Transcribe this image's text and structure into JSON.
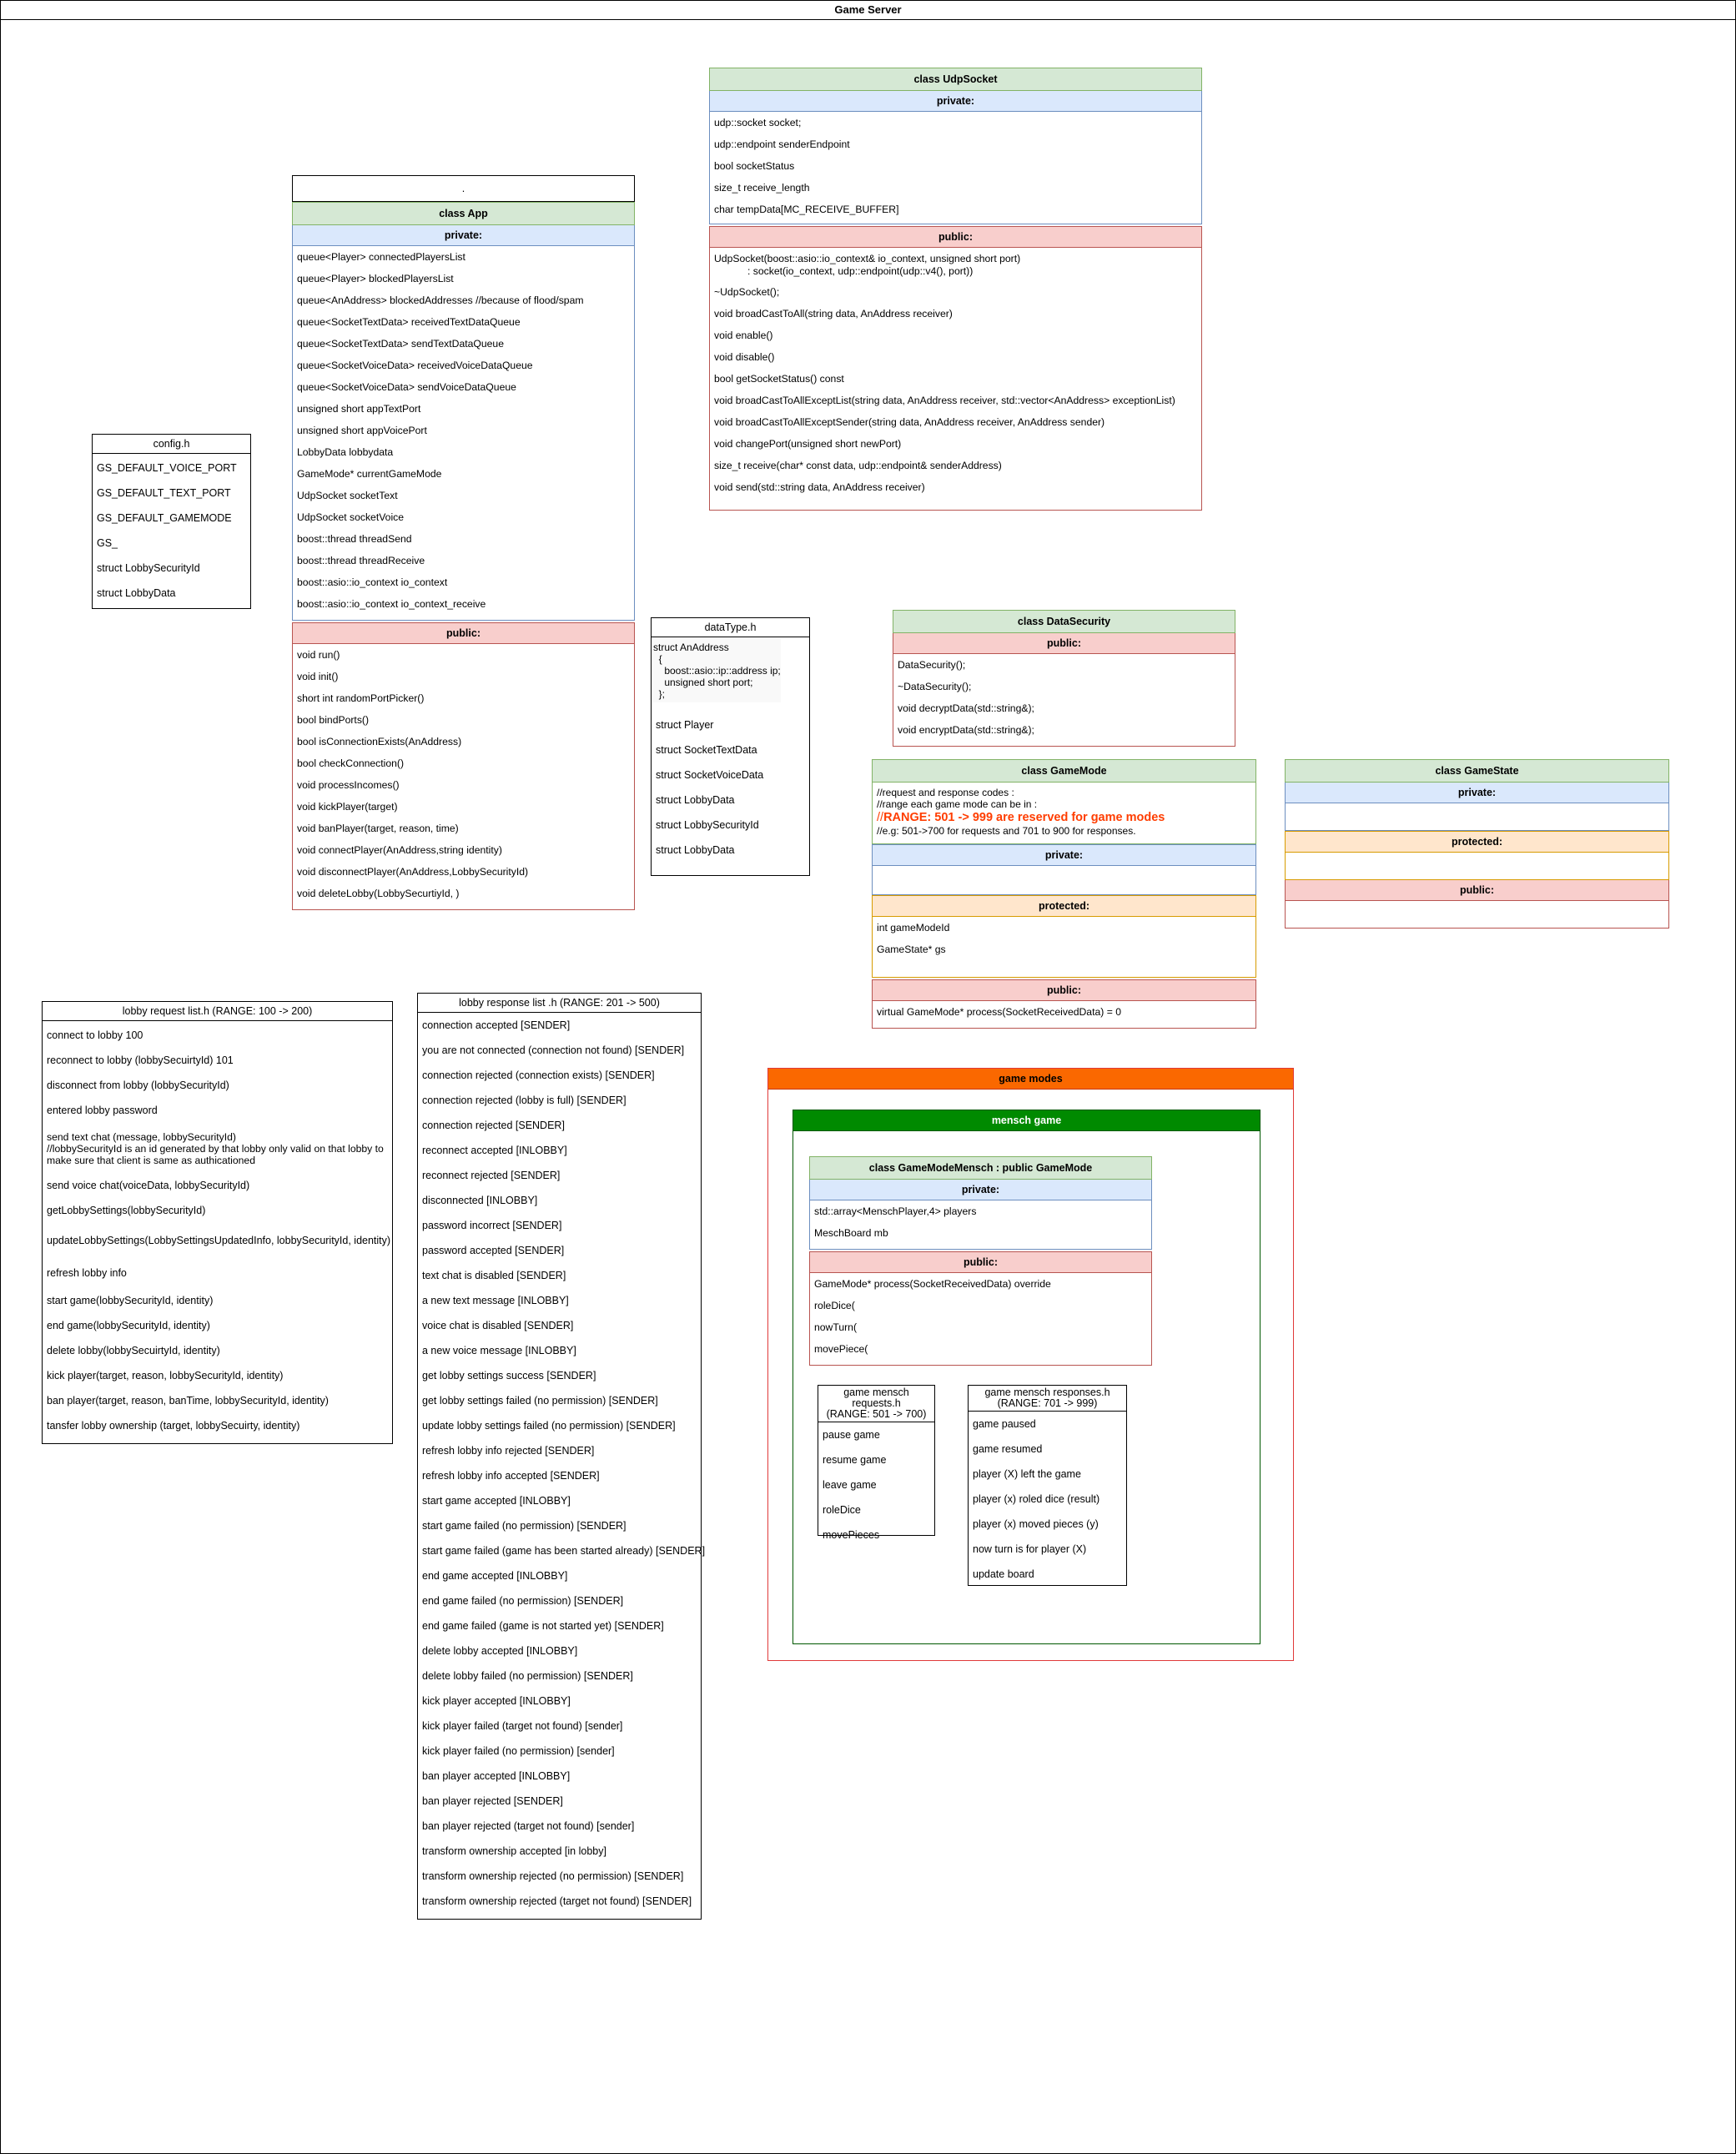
{
  "title": "Game Server",
  "config": {
    "title": "config.h",
    "rows": [
      "GS_DEFAULT_VOICE_PORT",
      "GS_DEFAULT_TEXT_PORT",
      "GS_DEFAULT_GAMEMODE",
      "GS_",
      "struct LobbySecurityId",
      "struct LobbyData"
    ]
  },
  "app_note": ".",
  "app": {
    "title": "class App",
    "private_label": "private:",
    "private": [
      "queue<Player> connectedPlayersList",
      "queue<Player> blockedPlayersList",
      "queue<AnAddress> blockedAddresses //because of flood/spam",
      "queue<SocketTextData> receivedTextDataQueue",
      "queue<SocketTextData> sendTextDataQueue",
      "queue<SocketVoiceData> receivedVoiceDataQueue",
      "queue<SocketVoiceData> sendVoiceDataQueue",
      "unsigned short appTextPort",
      "unsigned short appVoicePort",
      "LobbyData lobbydata",
      "GameMode* currentGameMode",
      "UdpSocket socketText",
      "UdpSocket socketVoice",
      "boost::thread threadSend",
      "boost::thread threadReceive",
      "boost::asio::io_context io_context",
      "boost::asio::io_context io_context_receive"
    ],
    "public_label": "public:",
    "public": [
      "void run()",
      "void init()",
      "short int randomPortPicker()",
      "bool bindPorts()",
      "bool isConnectionExists(AnAddress)",
      "bool checkConnection()",
      "void processIncomes()",
      "void kickPlayer(target)",
      "void banPlayer(target, reason, time)",
      "void connectPlayer(AnAddress,string identity)",
      "void disconnectPlayer(AnAddress,LobbySecurityId)",
      "void deleteLobby(LobbySecurtiyId, )"
    ]
  },
  "udp": {
    "title": "class UdpSocket",
    "private_label": "private:",
    "private": [
      "udp::socket socket;",
      "udp::endpoint senderEndpoint",
      "bool socketStatus",
      "size_t receive_length",
      "char tempData[MC_RECEIVE_BUFFER]"
    ],
    "public_label": "public:",
    "ctor_line1": "UdpSocket(boost::asio::io_context& io_context, unsigned short port)",
    "ctor_line2": ": socket(io_context, udp::endpoint(udp::v4(), port))",
    "public": [
      "~UdpSocket();",
      "void broadCastToAll(string data, AnAddress receiver)",
      "void enable()",
      "void disable()",
      "bool getSocketStatus() const",
      "void  broadCastToAllExceptList(string data, AnAddress receiver, std::vector<AnAddress> exceptionList)",
      "void  broadCastToAllExceptSender(string data, AnAddress receiver, AnAddress sender)",
      "void changePort(unsigned short newPort)",
      "size_t receive(char* const data, udp::endpoint& senderAddress)",
      "void send(std::string data, AnAddress receiver)"
    ]
  },
  "datatype": {
    "title": "dataType.h",
    "struct_lines": [
      "struct AnAddress",
      "  {",
      "    boost::asio::ip::address ip;",
      "    unsigned short port;",
      "  };"
    ],
    "rows": [
      "struct Player",
      "struct SocketTextData",
      "struct SocketVoiceData",
      "struct LobbyData",
      "struct LobbySecurityId",
      "struct LobbyData"
    ]
  },
  "security": {
    "title": "class DataSecurity",
    "public_label": "public:",
    "public": [
      "DataSecurity();",
      "~DataSecurity();",
      "void decryptData(std::string&);",
      "void encryptData(std::string&);"
    ]
  },
  "gamemode": {
    "title": "class GameMode",
    "note1": "//request and response codes :",
    "note2": "//range each game mode can be in :",
    "note3_prefix": "//",
    "note3_highlight": "RANGE: 501 -> 999 are reserved for game modes",
    "note4": "//e.g: 501->700 for requests and 701 to 900 for responses.",
    "private_label": "private:",
    "protected_label": "protected:",
    "protected": [
      "int gameModeId",
      "GameState* gs"
    ],
    "public_label": "public:",
    "public": [
      "virtual GameMode* process(SocketReceivedData) = 0"
    ]
  },
  "gamestate": {
    "title": "class GameState",
    "private_label": "private:",
    "protected_label": "protected:",
    "public_label": "public:"
  },
  "lobby_req": {
    "title": "lobby request list.h (RANGE: 100 -> 200)",
    "rows": [
      "connect to lobby 100",
      "reconnect to lobby (lobbySecuirtyId) 101",
      "disconnect from lobby (lobbySecurityId)",
      "entered lobby password"
    ],
    "chat_line1": "send text chat (message, lobbySecurityId)",
    "chat_line2": "//lobbySecurityId is an id generated by that lobby only valid on that lobby to",
    "chat_line3": "make sure that client is same as authicationed",
    "rows2": [
      "send voice chat(voiceData, lobbySecurityId)",
      "getLobbySettings(lobbySecurityId)",
      "updateLobbySettings(LobbySettingsUpdatedInfo, lobbySecurityId, identity)",
      "refresh lobby info",
      "start game(lobbySecurityId, identity)",
      "end game(lobbySecurityId, identity)",
      "delete lobby(lobbySecuirtyId, identity)",
      "kick player(target, reason, lobbySecurityId, identity)",
      "ban player(target, reason, banTime, lobbySecurityId, identity)",
      "tansfer lobby ownership (target, lobbySecuirty, identity)"
    ]
  },
  "lobby_res": {
    "title": "lobby response list .h (RANGE: 201 -> 500)",
    "rows": [
      "connection accepted [SENDER]",
      "you are not connected (connection not found) [SENDER]",
      "connection rejected (connection exists) [SENDER]",
      "connection rejected (lobby is full) [SENDER]",
      "connection rejected [SENDER]",
      "reconnect accepted [INLOBBY]",
      "reconnect rejected [SENDER]",
      "disconnected [INLOBBY]",
      "password incorrect [SENDER]",
      "password accepted [SENDER]",
      "text chat is disabled [SENDER]",
      "a new text message [INLOBBY]",
      "voice chat is disabled [SENDER]",
      "a new voice message [INLOBBY]",
      "get lobby settings success [SENDER]",
      "get lobby settings failed (no permission) [SENDER]",
      "update lobby settings failed (no permission) [SENDER]",
      "refresh lobby info rejected [SENDER]",
      "refresh lobby info accepted [SENDER]",
      "start game accepted [INLOBBY]",
      "start game failed (no permission) [SENDER]",
      "start game failed (game has been started already) [SENDER]",
      "end game accepted [INLOBBY]",
      "end game failed (no permission) [SENDER]",
      "end game failed (game is not started yet) [SENDER]",
      "delete lobby accepted [INLOBBY]",
      "delete lobby failed (no permission) [SENDER]",
      "kick player accepted [INLOBBY]",
      "kick player failed (target not found) [sender]",
      "kick player failed (no permission) [sender]",
      "ban player accepted [INLOBBY]",
      "ban player rejected [SENDER]",
      "ban player rejected (target not found) [sender]",
      "transform ownership accepted [in lobby]",
      "transform ownership rejected (no permission) [SENDER]",
      "transform ownership rejected (target not found) [SENDER]"
    ]
  },
  "game_modes": {
    "title": "game modes",
    "mensch": {
      "title": "mensch game",
      "cls": {
        "title": "class GameModeMensch : public GameMode",
        "private_label": "private:",
        "private": [
          "std::array<MenschPlayer,4> players",
          "MeschBoard mb"
        ],
        "public_label": "public:",
        "public": [
          "GameMode* process(SocketReceivedData) override",
          "roleDice(",
          "nowTurn(",
          "movePiece("
        ]
      },
      "requests": {
        "title_line1": "game mensch requests.h",
        "title_line2": "(RANGE: 501 -> 700)",
        "rows": [
          "pause game",
          "resume game",
          "leave game",
          "roleDice",
          "movePieces"
        ]
      },
      "responses": {
        "title_line1": "game mensch responses.h",
        "title_line2": "(RANGE: 701 -> 999)",
        "rows": [
          "game paused",
          "game resumed",
          "player (X) left the game",
          "player (x) roled dice (result)",
          "player (x) moved pieces (y)",
          "now turn is for player (X)",
          "update board"
        ]
      }
    }
  },
  "colors": {
    "title_green": "#d5e8d4",
    "private_blue": "#dae8fc",
    "public_red": "#f8cecc",
    "protected_orange": "#ffe6cc",
    "game_modes_orange": "#fa6800",
    "mensch_green": "#008a00",
    "highlight_red": "#ff3d00"
  }
}
